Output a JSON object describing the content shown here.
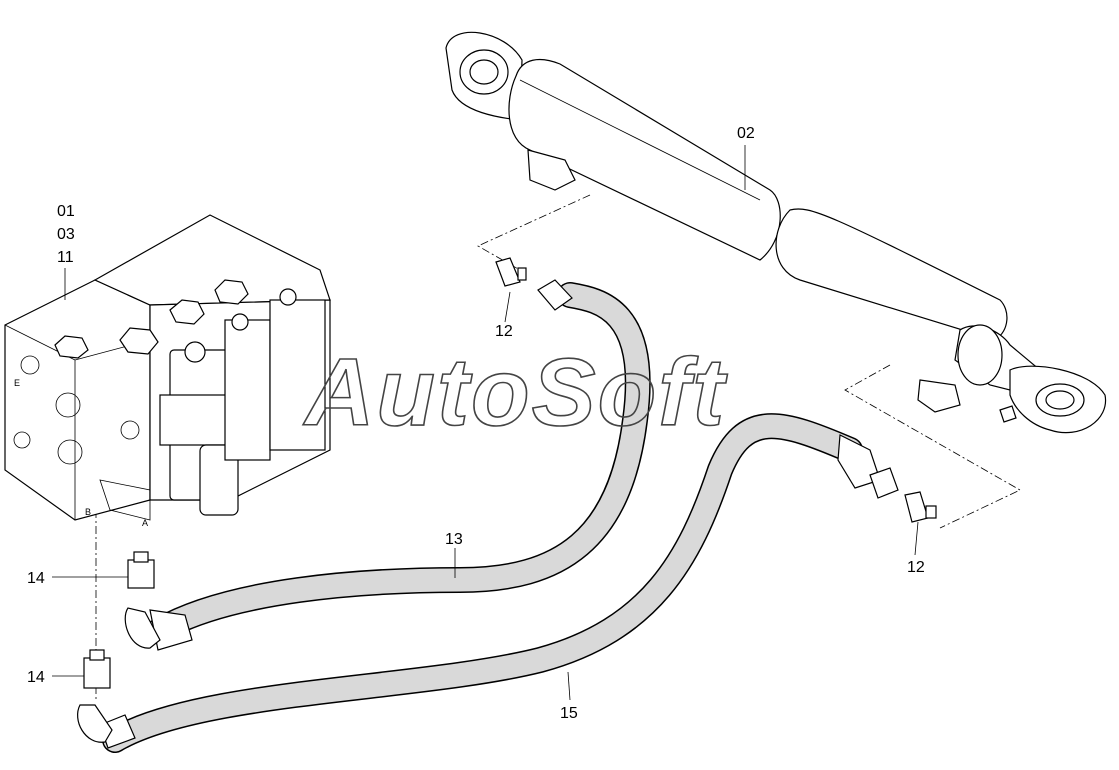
{
  "watermark": "AutoSoft",
  "callouts": {
    "valve_block_a": "01",
    "valve_block_b": "03",
    "valve_block_c": "11",
    "cylinder": "02",
    "fitting_top": "12",
    "fitting_right": "12",
    "hose_a": "13",
    "hose_b": "15",
    "fitting_left_a": "14",
    "fitting_left_b": "14"
  },
  "port_labels": {
    "port_a": "A",
    "port_b": "B",
    "port_e": "E"
  }
}
